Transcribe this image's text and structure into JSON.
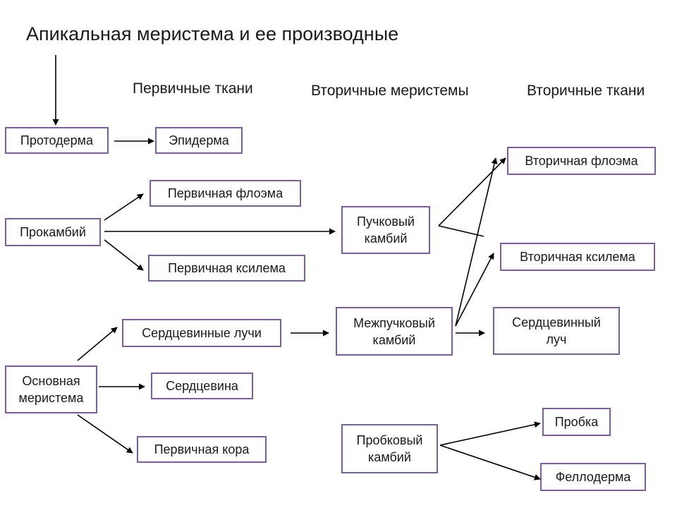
{
  "title": "Апикальная меристема и ее производные",
  "columns": {
    "primary": "Первичные ткани",
    "secondary_meristems": "Вторичные меристемы",
    "secondary_tissues": "Вторичные ткани"
  },
  "nodes": {
    "protoderm": "Протодерма",
    "epiderm": "Эпидерма",
    "procambium": "Прокамбий",
    "primary_phloem": "Первичная флоэма",
    "primary_xylem": "Первичная ксилема",
    "fascicular_cambium": "Пучковый\nкамбий",
    "secondary_phloem": "Вторичная флоэма",
    "secondary_xylem": "Вторичная ксилема",
    "ground_meristem": "Основная\nмеристема",
    "pith_rays": "Сердцевинные лучи",
    "pith": "Сердцевина",
    "primary_cortex": "Первичная кора",
    "interfascicular_cambium": "Межпучковый\nкамбий",
    "pith_ray": "Сердцевинный\nлуч",
    "cork_cambium": "Пробковый\nкамбий",
    "cork": "Пробка",
    "phelloderm": "Феллодерма"
  },
  "colors": {
    "box_border": "#7b5ea0",
    "arrow": "#000000",
    "text": "#1a1a1a"
  }
}
